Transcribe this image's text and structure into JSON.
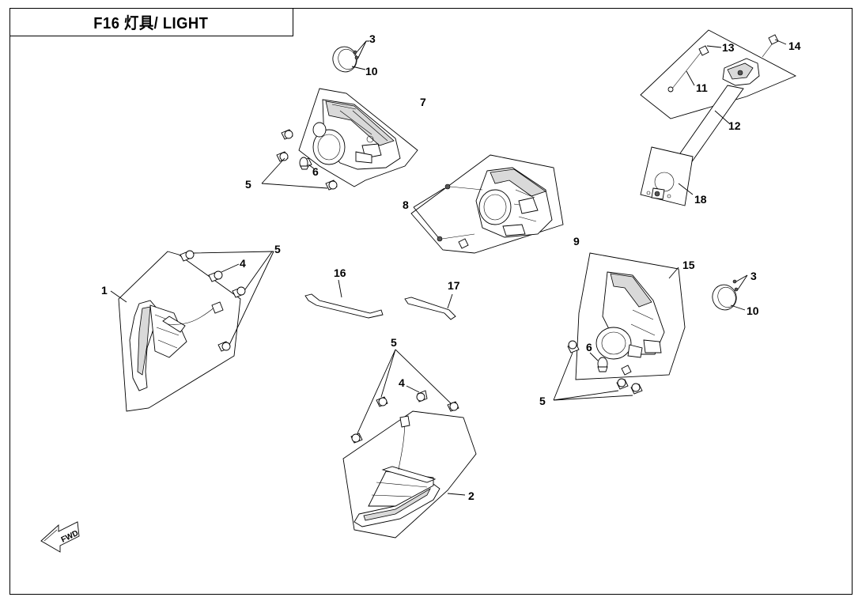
{
  "header": {
    "title": "F16 灯具/ LIGHT"
  },
  "callouts": {
    "c1": "1",
    "c2": "2",
    "c3a": "3",
    "c3b": "3",
    "c4a": "4",
    "c4b": "4",
    "c5a": "5",
    "c5b": "5",
    "c5c": "5",
    "c5d": "5",
    "c6a": "6",
    "c6b": "6",
    "c7": "7",
    "c8": "8",
    "c9": "9",
    "c10a": "10",
    "c10b": "10",
    "c11": "11",
    "c12": "12",
    "c13": "13",
    "c14": "14",
    "c15": "15",
    "c16": "16",
    "c17": "17",
    "c18": "18"
  },
  "direction_marker": {
    "label": "FWD",
    "icon": "forward-arrow-icon"
  }
}
